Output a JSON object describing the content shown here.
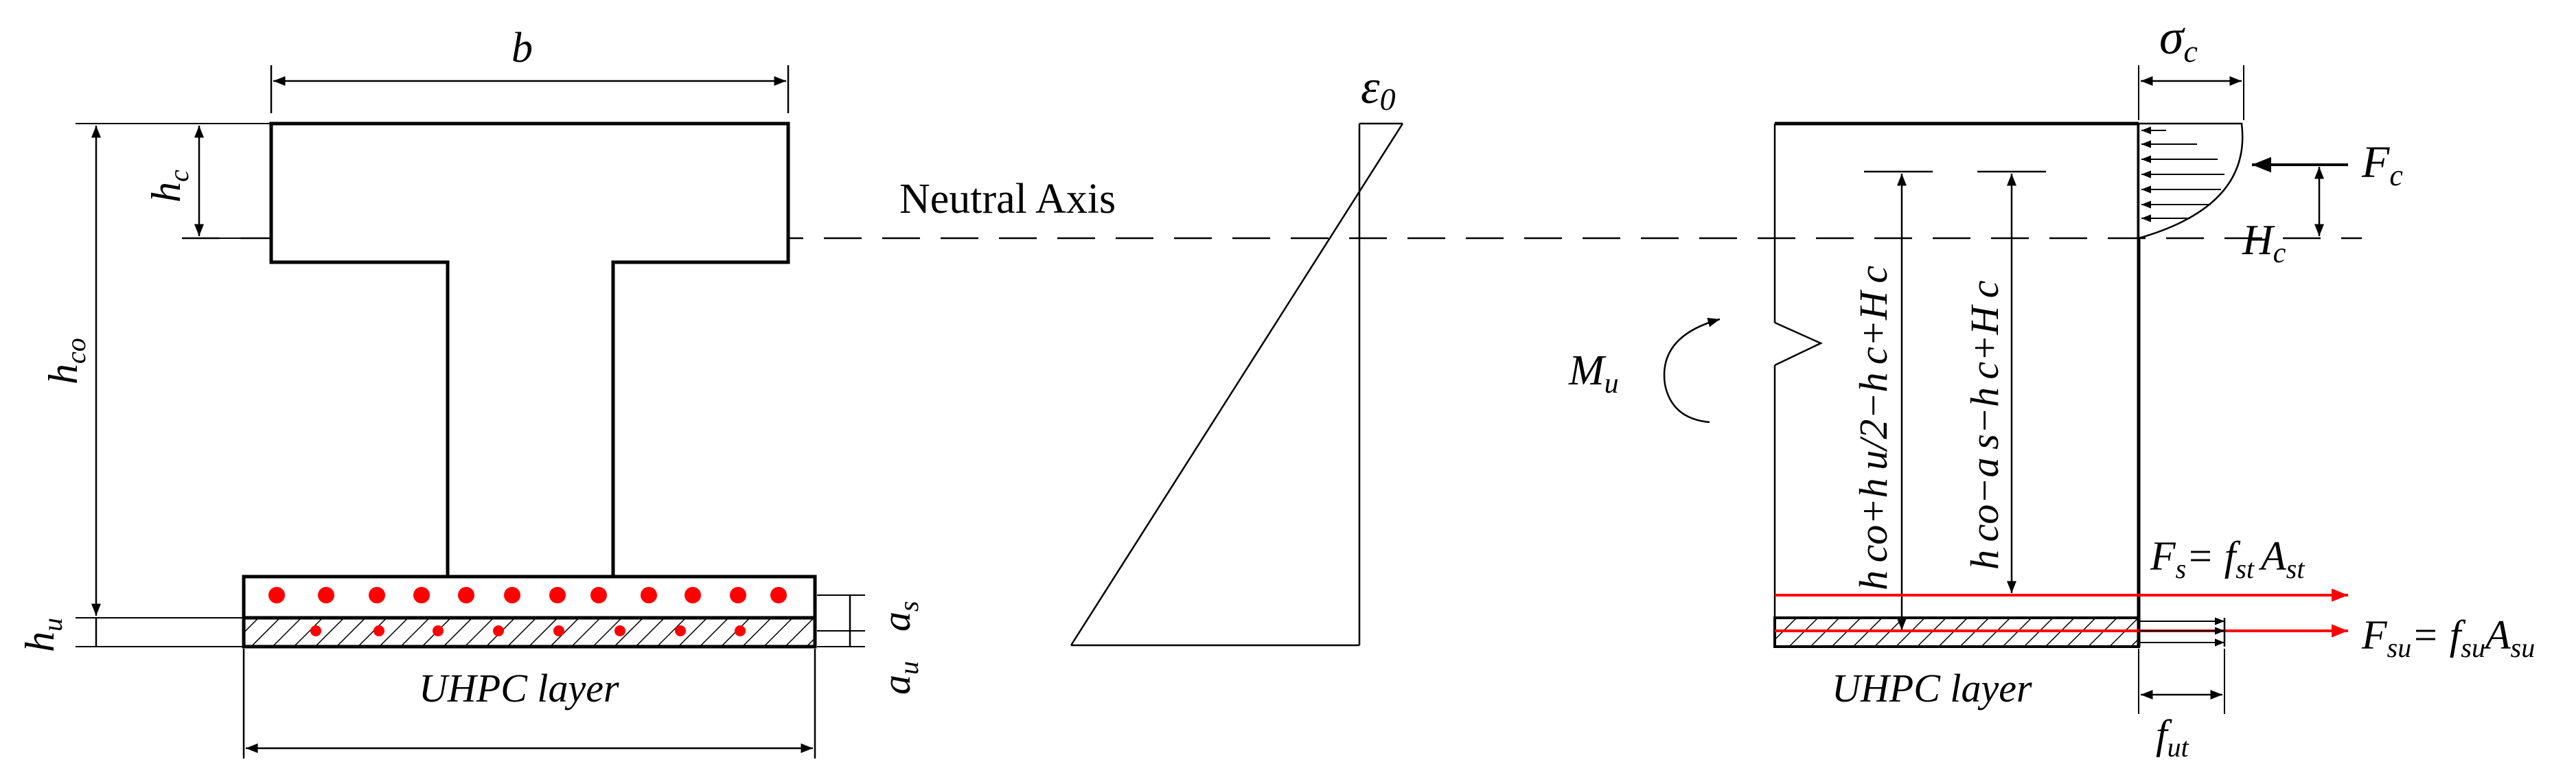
{
  "labels": {
    "b": "b",
    "h_c": "h",
    "h_c_sub": "c",
    "h_co": "h",
    "h_co_sub": "co",
    "h_u": "h",
    "h_u_sub": "u",
    "a_s": "a",
    "a_s_sub": "s",
    "a_u": "a",
    "a_u_sub": "u",
    "uhpc_left": "UHPC layer",
    "uhpc_right": "UHPC layer",
    "neutral_axis": "Neutral Axis",
    "epsilon": "ε",
    "epsilon_sub": "0",
    "sigma": "σ",
    "sigma_sub": "c",
    "F_c": "F",
    "F_c_sub": "c",
    "H_c": "H",
    "H_c_sub": "c",
    "M_u": "M",
    "M_u_sub": "u",
    "arm1": "h co+h u/2−h c+H c",
    "arm2": "h co−a s−h c+H c",
    "F_s_eq": "F",
    "F_s_eq_sub": "s",
    "F_s_rhs": "= f",
    "F_s_rhs_sub": "st",
    "F_s_A": "A",
    "F_s_A_sub": "st",
    "F_su": "F",
    "F_su_sub": "su",
    "F_su_rhs": "= f",
    "F_su_rhs_sub": "su",
    "F_su_A": "A",
    "F_su_A_sub": "su",
    "f_ut": "f",
    "f_ut_sub": "ut"
  },
  "colors": {
    "line": "#000000",
    "rebar": "#ff0000",
    "force_line": "#ff0000"
  }
}
